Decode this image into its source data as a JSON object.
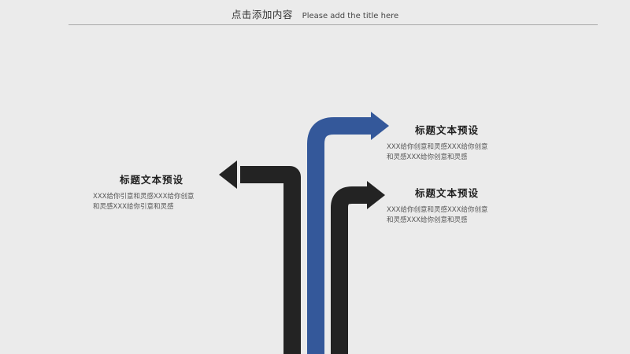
{
  "header": {
    "title_zh": "点击添加内容",
    "title_en": "Please add the title here"
  },
  "items": [
    {
      "title": "标题文本预设",
      "body_line1": "XXX给你创意和灵感XXX给你创意",
      "body_line2": "和灵感XXX给你创意和灵感"
    },
    {
      "title": "标题文本预设",
      "body_line1": "XXX给你创意和灵感XXX给你创意",
      "body_line2": "和灵感XXX给你创意和灵感"
    },
    {
      "title": "标题文本预设",
      "body_line1": "XXX给你引意和灵感XXX给你创意",
      "body_line2": "和灵感XXX给你引意和灵感"
    }
  ],
  "colors": {
    "background": "#ebebeb",
    "blue_arrow": "#34589a",
    "dark_arrow": "#232323",
    "rule": "#a9a9a9"
  }
}
